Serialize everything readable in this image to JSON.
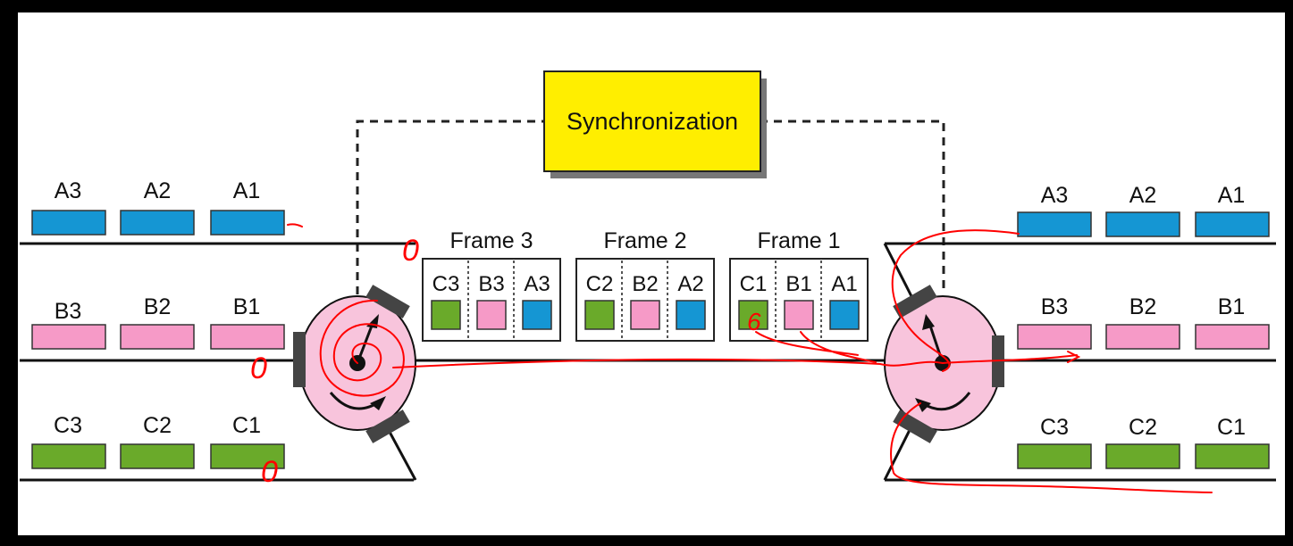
{
  "sync_label": "Synchronization",
  "colors": {
    "a": "#1596d3",
    "b": "#f69ac7",
    "c": "#6aaa2a",
    "sync_box": "#ffee00",
    "dial": "#f8c4dc",
    "annotation": "#ff0000",
    "background": "#ffffff",
    "bezel": "#000000"
  },
  "inputs": {
    "row_a": [
      "A3",
      "A2",
      "A1"
    ],
    "row_b": [
      "B3",
      "B2",
      "B1"
    ],
    "row_c": [
      "C3",
      "C2",
      "C1"
    ]
  },
  "outputs": {
    "row_a": [
      "A3",
      "A2",
      "A1"
    ],
    "row_b": [
      "B3",
      "B2",
      "B1"
    ],
    "row_c": [
      "C3",
      "C2",
      "C1"
    ]
  },
  "frames": [
    {
      "title": "Frame 3",
      "slots": [
        "C3",
        "B3",
        "A3"
      ]
    },
    {
      "title": "Frame 2",
      "slots": [
        "C2",
        "B2",
        "A2"
      ]
    },
    {
      "title": "Frame 1",
      "slots": [
        "C1",
        "B1",
        "A1"
      ]
    }
  ],
  "handwritten": {
    "left_dial_top": "0",
    "left_dial_left": "0",
    "left_c1": "0",
    "frame1_c1": "6"
  }
}
